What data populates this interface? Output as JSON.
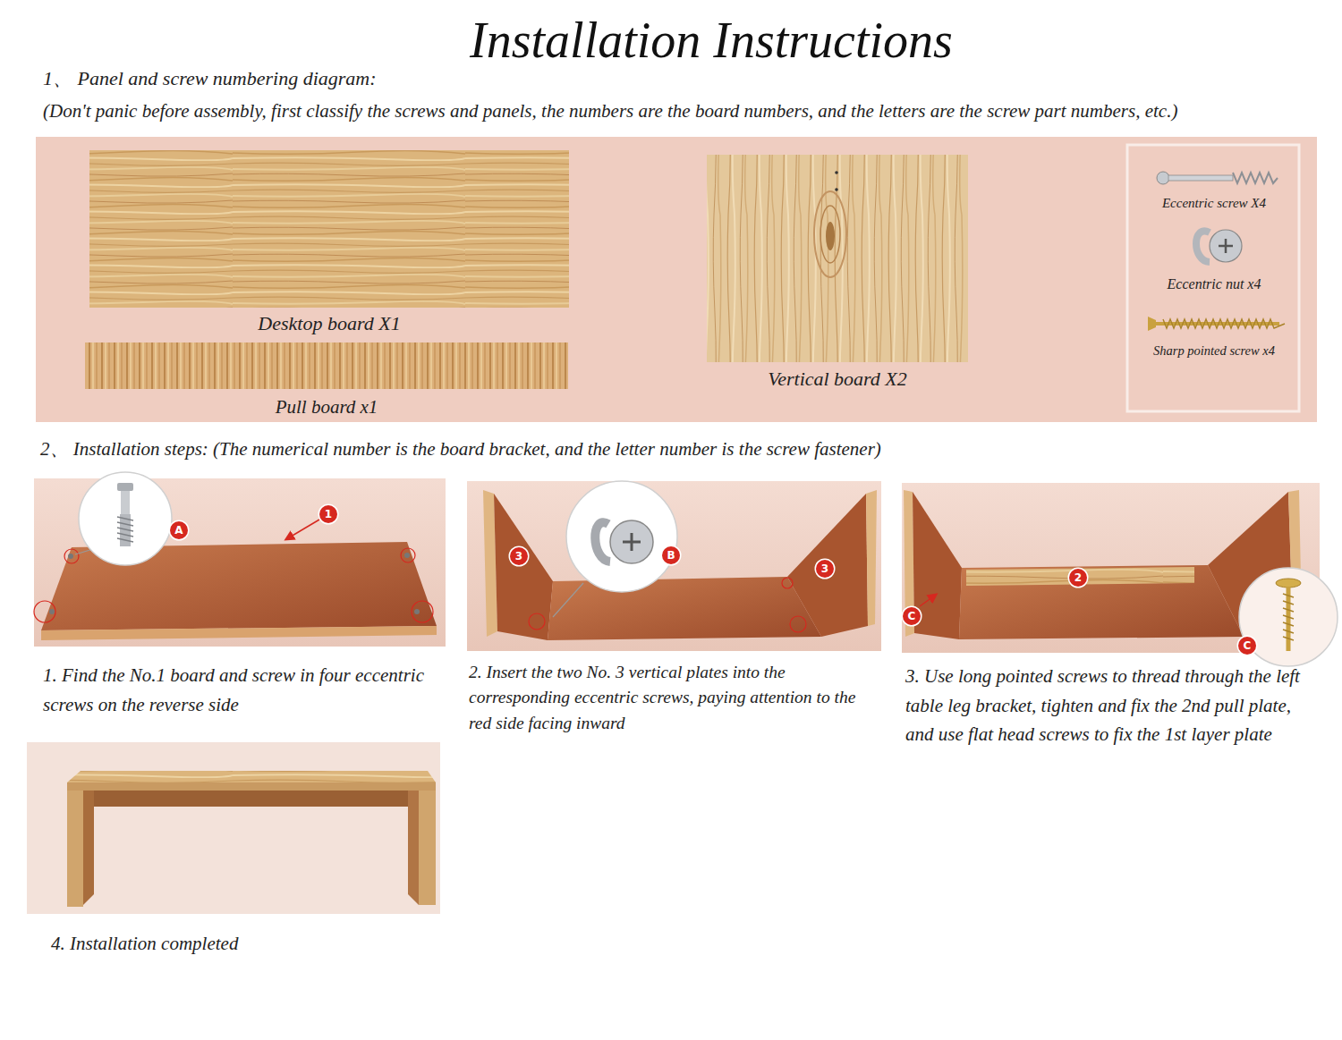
{
  "diagram": {
    "title": "Installation Instructions",
    "nodes": [
      {
        "text": [
          "Desktop board X1"
        ]
      },
      {
        "text": [
          "Pull board x1"
        ]
      },
      {
        "text": [
          "Vertical board X2"
        ]
      },
      {
        "text": [
          "Eccentric screw X4",
          "Eccentric nut x4",
          "Sharp pointed screw x4"
        ]
      },
      {
        "text": [
          "1. Find the No.1 board and screw in four eccentric screws on the reverse side"
        ]
      },
      {
        "text": [
          "1"
        ],
        "in": 4
      },
      {
        "text": [
          "A"
        ],
        "in": 4
      },
      {
        "text": [
          "2. Insert the two No. 3 vertical plates into the corresponding eccentric screws, paying attention to the red side facing inward"
        ]
      },
      {
        "text": [
          "3"
        ],
        "in": 7
      },
      {
        "text": [
          "B"
        ],
        "in": 7
      },
      {
        "text": [
          "3"
        ],
        "in": 7
      },
      {
        "text": [
          "3. Use long pointed screws to thread through the left table leg bracket, tighten and fix the 2nd pull plate, and use flat head screws to fix the 1st layer plate"
        ]
      },
      {
        "text": [
          "2"
        ],
        "in": 11
      },
      {
        "text": [
          "C"
        ],
        "in": 11
      },
      {
        "text": [
          "C"
        ],
        "in": 11
      },
      {
        "text": [
          "4. Installation completed"
        ]
      }
    ],
    "labels": [
      "1、 Panel and screw numbering diagram:",
      "(Don't panic before assembly, first classify the screws and panels, the numbers are the board numbers, and the letters are the screw part numbers, etc.)",
      "2、 Installation steps: (The numerical number is the board bracket, and the letter number is the screw fastener)"
    ]
  }
}
